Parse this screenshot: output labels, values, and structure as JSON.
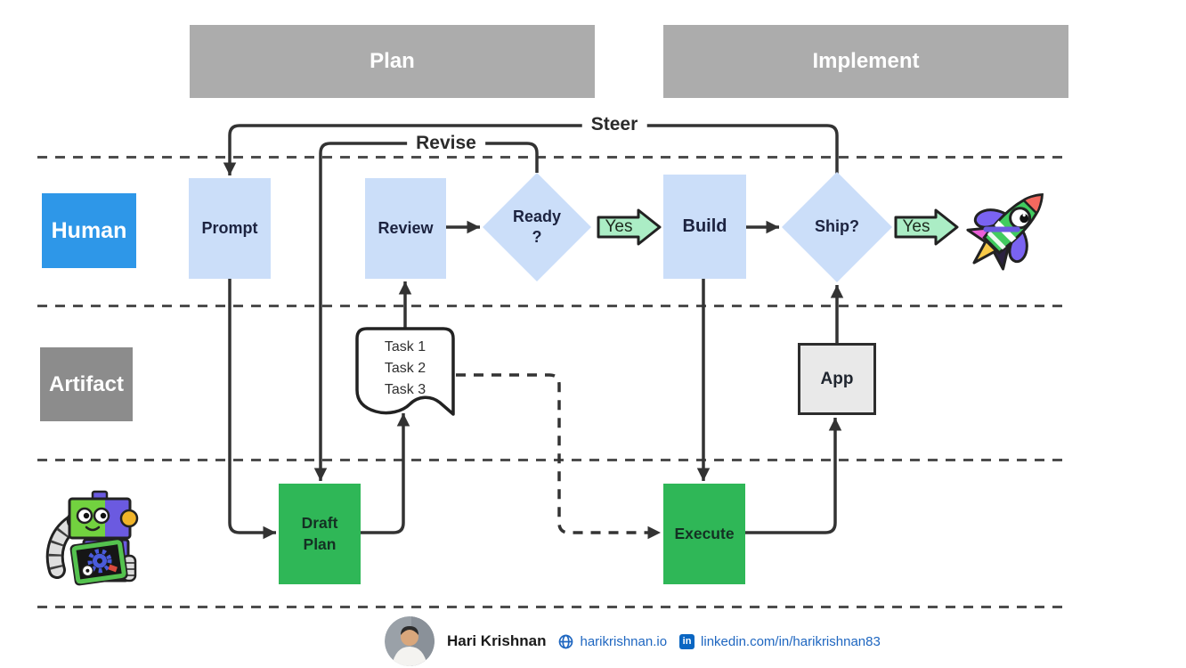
{
  "phases": {
    "plan": {
      "label": "Plan"
    },
    "implement": {
      "label": "Implement"
    }
  },
  "lanes": {
    "human": {
      "label": "Human"
    },
    "artifact": {
      "label": "Artifact"
    },
    "agent": {
      "icon": "robot-icon"
    }
  },
  "feedback": {
    "steer": "Steer",
    "revise": "Revise"
  },
  "nodes": {
    "prompt": {
      "label": "Prompt"
    },
    "review": {
      "label": "Review"
    },
    "ready": {
      "line1": "Ready",
      "line2": "?"
    },
    "yes1": {
      "label": "Yes"
    },
    "build": {
      "label": "Build"
    },
    "ship": {
      "label": "Ship?"
    },
    "yes2": {
      "label": "Yes"
    },
    "draft_plan": {
      "line1": "Draft",
      "line2": "Plan"
    },
    "execute": {
      "label": "Execute"
    },
    "app": {
      "label": "App"
    },
    "task_list": {
      "items": [
        "Task 1",
        "Task 2",
        "Task 3"
      ]
    },
    "rocket": {
      "icon": "rocket-icon"
    }
  },
  "footer": {
    "name": "Hari Krishnan",
    "website": "harikrishnan.io",
    "linkedin": "linkedin.com/in/harikrishnan83",
    "linkedin_icon_glyph": "in"
  },
  "colors": {
    "lane_label_blue": "#2E97E8",
    "lane_label_gray": "#8C8C8C",
    "phase_header_gray": "#ACACAC",
    "step_blue": "#CBDEF9",
    "agent_green": "#2FB757",
    "yes_green": "#ABEDC5",
    "app_gray": "#E9E9E9",
    "connector": "#333333",
    "link_blue": "#1E66C0",
    "linkedin_blue": "#0A66C2"
  }
}
